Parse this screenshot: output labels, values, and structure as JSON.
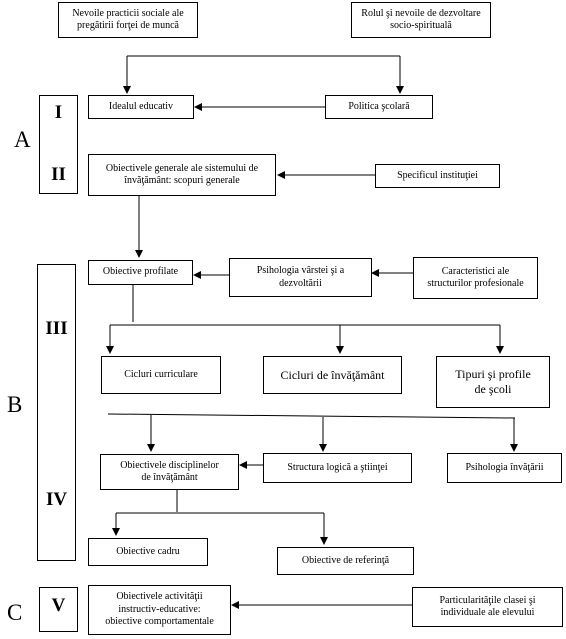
{
  "letters": {
    "a": "A",
    "b": "B",
    "c": "C"
  },
  "romans": {
    "i": "I",
    "ii": "II",
    "iii": "III",
    "iv": "IV",
    "v": "V"
  },
  "boxes": {
    "nevoile": "Nevoile practicii sociale ale\npregătirii forţei de muncă",
    "rolul": "Rolul şi nevoile de dezvoltare\nsocio-spirituală",
    "idealul": "Idealul educativ",
    "politica": "Politica şcolară",
    "obiectivele_generale": "Obiectivele generale ale sistemului de\nînvăţământ: scopuri generale",
    "specificul": "Specificul instituţiei",
    "obiective_profilate": "Obiective profilate",
    "psihologia_varstei": "Psihologia vârstei şi a\ndezvoltării",
    "caracteristici": "Caracteristici ale\nstructurilor profesionale",
    "cicluri_curriculare": "Cicluri curriculare",
    "cicluri_invatamant": "Cicluri de învăţământ",
    "tipuri": "Tipuri şi profile\nde şcoli",
    "obiectivele_disciplinelor": "Obiectivele disciplinelor\nde învăţământ",
    "structura": "Structura logică a ştiinţei",
    "psihologia_invatarii": "Psihologia învăţării",
    "obiective_cadru": "Obiective cadru",
    "obiective_referinta": "Obiective de referinţă",
    "obiectivele_activitatii": "Obiectivele activităţii\ninstructiv-educative:\nobiective comportamentale",
    "particularitatile": "Particularităţile clasei şi\nindividuale ale elevului"
  }
}
